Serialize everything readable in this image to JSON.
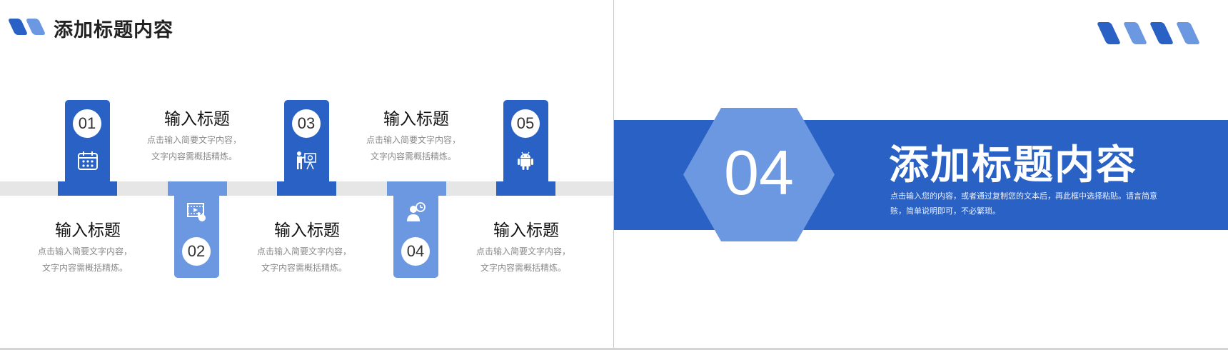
{
  "left_slide": {
    "title": "添加标题内容",
    "items": [
      {
        "number": "01",
        "icon": "calendar-icon",
        "title": "输入标题",
        "desc_line1": "点击输入简要文字内容，",
        "desc_line2": "文字内容需概括精炼。"
      },
      {
        "number": "02",
        "icon": "video-touch-icon",
        "title": "输入标题",
        "desc_line1": "点击输入简要文字内容，",
        "desc_line2": "文字内容需概括精炼。"
      },
      {
        "number": "03",
        "icon": "presenter-icon",
        "title": "输入标题",
        "desc_line1": "点击输入简要文字内容，",
        "desc_line2": "文字内容需概括精炼。"
      },
      {
        "number": "04",
        "icon": "user-clock-icon",
        "title": "输入标题",
        "desc_line1": "点击输入简要文字内容，",
        "desc_line2": "文字内容需概括精炼。"
      },
      {
        "number": "05",
        "icon": "android-icon",
        "title": "输入标题",
        "desc_line1": "点击输入简要文字内容，",
        "desc_line2": "文字内容需概括精炼。"
      }
    ]
  },
  "right_slide": {
    "section_number": "04",
    "title": "添加标题内容",
    "description": "点击输入您的内容，或者通过复制您的文本后，再此框中选择粘贴。请言简意赅，简单说明即可，不必繁琐。"
  },
  "colors": {
    "primary": "#2962c4",
    "secondary": "#6b98e0",
    "band_gray": "#e6e6e6",
    "desc_gray": "#8a8a8a"
  }
}
